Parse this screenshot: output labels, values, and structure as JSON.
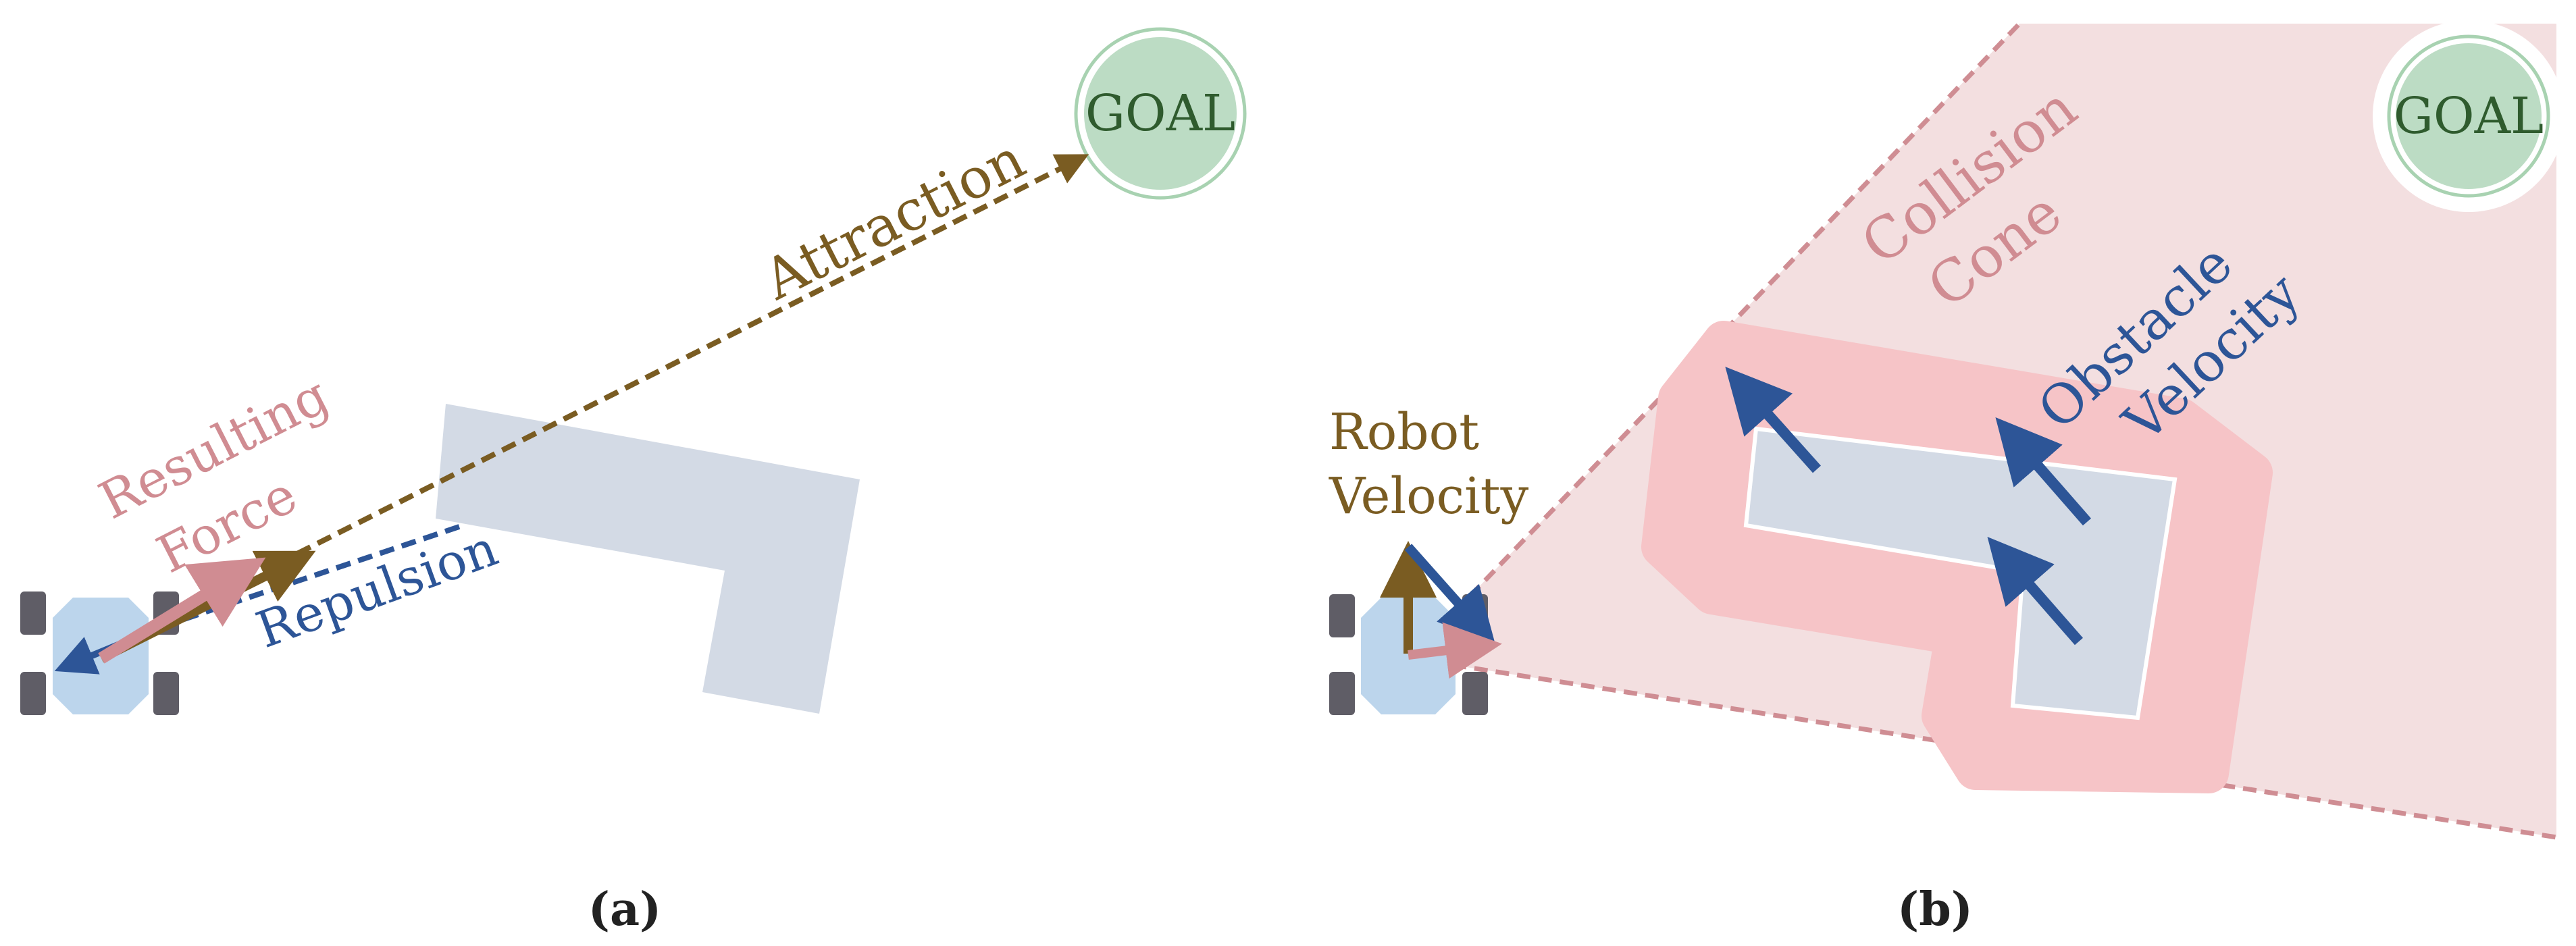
{
  "panel_a": {
    "goal_label": "GOAL",
    "attraction_label": "Attraction",
    "repulsion_label": "Repulsion",
    "resulting_force_line1": "Resulting",
    "resulting_force_line2": "Force",
    "caption": "(a)"
  },
  "panel_b": {
    "goal_label": "GOAL",
    "collision_cone_line1": "Collision",
    "collision_cone_line2": "Cone",
    "robot_velocity_line1": "Robot",
    "robot_velocity_line2": "Velocity",
    "obstacle_velocity_line1": "Obstacle",
    "obstacle_velocity_line2": "Velocity",
    "caption": "(b)"
  },
  "colors": {
    "attraction": "#7a5c22",
    "repulsion": "#2d5597",
    "resulting_force": "#d08c92",
    "collision_cone_fill": "#f3dfe0",
    "inflated_obstacle": "#f6c4c7",
    "obstacle": "#d3dae5",
    "goal_fill": "#bcdcc4",
    "goal_text": "#2f5b2e",
    "robot_body": "#bcd5ec",
    "robot_wheel": "#5f5d66"
  }
}
